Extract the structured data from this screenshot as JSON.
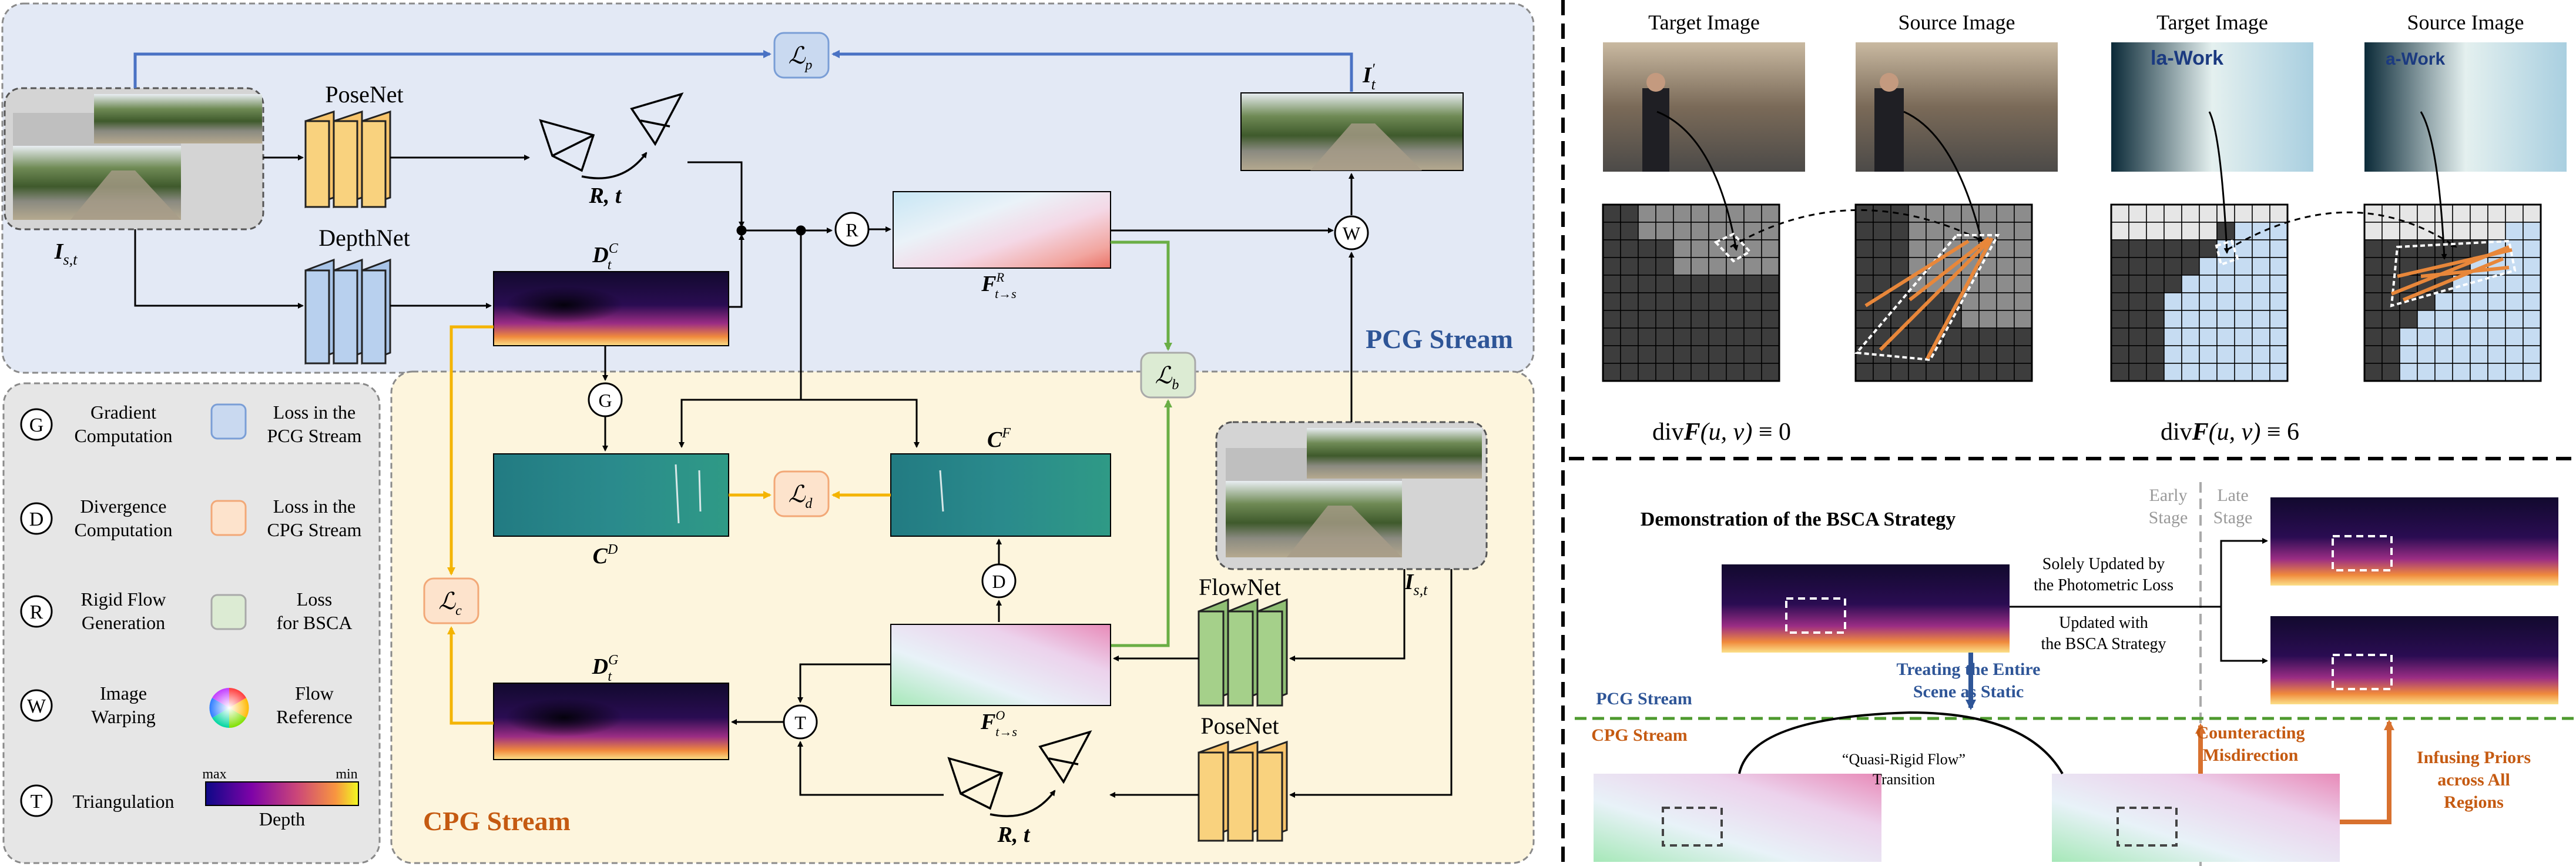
{
  "pcg": {
    "stream_title": "PCG Stream",
    "posenet": "PoseNet",
    "depthnet": "DepthNet",
    "input_label": "I",
    "input_sub": "s,t",
    "warped_label": "I",
    "warped_sup": "′",
    "warped_sub": "t",
    "loss_p_sub": "p",
    "loss_b_sub": "b",
    "pose_main": "R, t",
    "depth_label": "D",
    "depth_sup": "C",
    "depth_sub": "t",
    "rigid_flow_label": "F",
    "rigid_flow_sup": "R",
    "rigid_flow_sub": "t→s"
  },
  "cpg": {
    "stream_title": "CPG Stream",
    "flownet": "FlowNet",
    "posenet": "PoseNet",
    "input_label": "I",
    "input_sub": "s,t",
    "cd_label": "C",
    "cd_sup": "D",
    "cf_label": "C",
    "cf_sup": "F",
    "loss_d_sub": "d",
    "loss_c_sub": "c",
    "depth_g_label": "D",
    "depth_g_sup": "G",
    "depth_g_sub": "t",
    "flow_o_label": "F",
    "flow_o_sup": "O",
    "flow_o_sub": "t→s",
    "pose": "R, t"
  },
  "nodes": {
    "R": "R",
    "W": "W",
    "G": "G",
    "D": "D",
    "T": "T"
  },
  "legend": {
    "items": [
      {
        "sym": "G",
        "label1": "Gradient",
        "label2": "Computation"
      },
      {
        "sym": "D",
        "label1": "Divergence",
        "label2": "Computation"
      },
      {
        "sym": "R",
        "label1": "Rigid Flow",
        "label2": "Generation"
      },
      {
        "sym": "W",
        "label1": "Image",
        "label2": "Warping"
      },
      {
        "sym": "T",
        "label1": "Triangulation",
        "label2": ""
      }
    ],
    "losses": [
      {
        "label1": "Loss in the",
        "label2": "PCG Stream",
        "fill": "#c9d9f0",
        "stroke": "#7a9ed6"
      },
      {
        "label1": "Loss in the",
        "label2": "CPG Stream",
        "fill": "#fde3cc",
        "stroke": "#f2a877"
      },
      {
        "label1": "Loss",
        "label2": "for BSCA",
        "fill": "#dcebd3",
        "stroke": "#a9a9a9"
      }
    ],
    "flow_ref1": "Flow",
    "flow_ref2": "Reference",
    "colorbar_max": "max",
    "colorbar_min": "min",
    "colorbar_title": "Depth"
  },
  "grids": {
    "target1": "Target Image",
    "source1": "Source Image",
    "target2": "Target Image",
    "source2": "Source Image",
    "eq1": "≡ 0",
    "eq2": "≡ 6",
    "div_prefix": "div",
    "div_F": "F",
    "div_args": "(u, v)"
  },
  "bsca": {
    "title": "Demonstration of the BSCA Strategy",
    "early1": "Early",
    "early2": "Stage",
    "late1": "Late",
    "late2": "Stage",
    "solely1": "Solely Updated by",
    "solely2": "the Photometric Loss",
    "updated1": "Updated with",
    "updated2": "the BSCA Strategy",
    "treat1": "Treating the Entire",
    "treat2": "Scene as Static",
    "pcg": "PCG Stream",
    "cpg": "CPG Stream",
    "quasi1": "“Quasi-Rigid Flow”",
    "quasi2": "Transition",
    "counter1": "Counteracting",
    "counter2": "Misdirection",
    "infuse1": "Infusing Priors",
    "infuse2": "across All",
    "infuse3": "Regions"
  },
  "colors": {
    "pcg_bg": "#e3e9f5",
    "cpg_bg": "#fdf5dd",
    "blue_arrow": "#4a72c4",
    "green_arrow": "#6aae45",
    "orange_arrow": "#f4b400",
    "pcg_text": "#2e5597",
    "cpg_text": "#c55a11"
  }
}
